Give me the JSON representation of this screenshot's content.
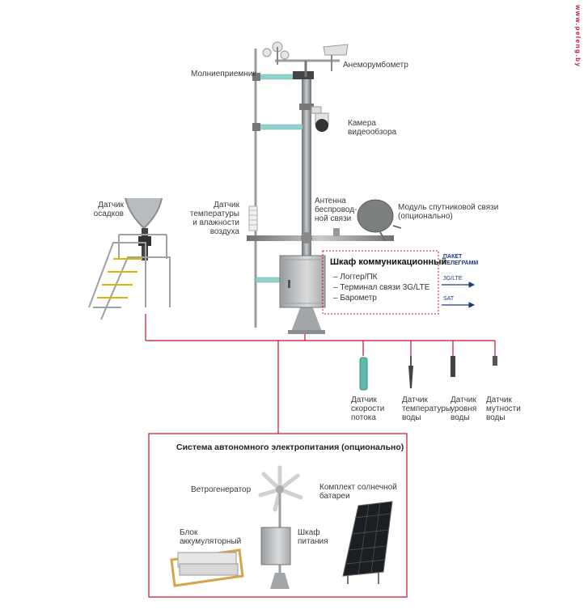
{
  "site": {
    "watermark": "www.peleng.by"
  },
  "labels": {
    "lightning_rod": "Молниеприемник",
    "anemometer": "Анеморумбометр",
    "camera": "Камера\nвидеообзора",
    "precip_sensor": "Датчик\nосадков",
    "temp_humidity": "Датчик\nтемпературы\nи влажности\nвоздуха",
    "antenna": "Антенна\nбеспровод-\nной связи",
    "satellite": "Модуль спутниковой связи\n(опционально)",
    "flow_sensor": "Датчик\nскорости\nпотока",
    "water_temp": "Датчик\nтемпературы\nводы",
    "water_level": "Датчик\nуровня\nводы",
    "turbidity": "Датчик\nмутности\nводы"
  },
  "cabinet": {
    "title": "Шкаф коммуникационный",
    "items": [
      "– Логгер/ПК",
      "– Терминал связи 3G/LTE",
      "– Барометр"
    ],
    "packet": "ПАКЕТ\nТЕЛЕГРАММ",
    "link_3g": "3G/LTE",
    "link_sat": "SAT"
  },
  "power": {
    "title": "Система автономного электропитания (опционально)",
    "wind_gen": "Ветрогенератор",
    "solar": "Комплект солнечной\nбатареи",
    "battery": "Блок\nаккумуляторный",
    "power_cabinet": "Шкаф\nпитания"
  },
  "colors": {
    "accent": "#c8102e",
    "link": "#1a3d7c",
    "pole": "#8a8d90",
    "teal": "#5fb8b0"
  }
}
